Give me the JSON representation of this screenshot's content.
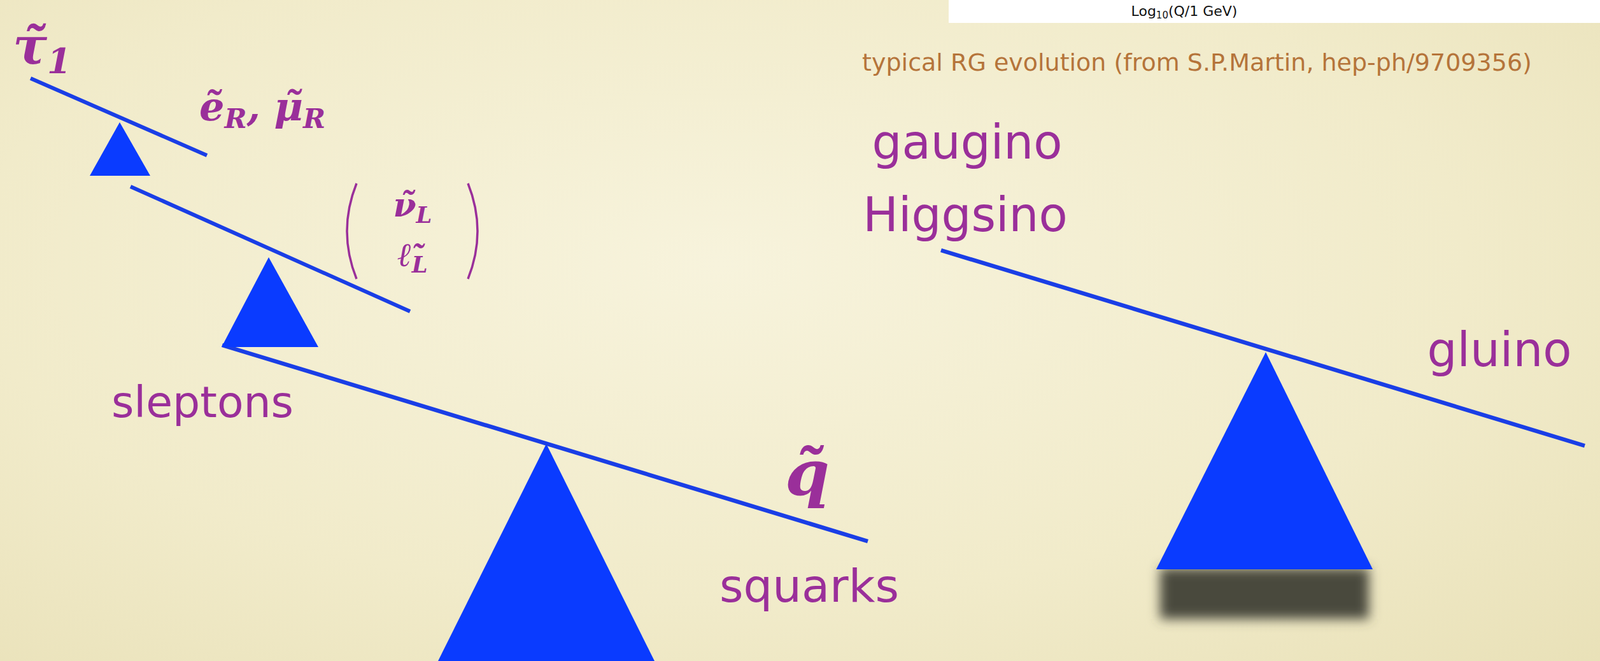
{
  "diagram": {
    "labels": [
      "Log10(Q/1 GeV)",
      "τ̃1",
      "typical RG evolution (from S.P.Martin, hep-ph/9709356)",
      "ẽR, μ̃R",
      "gaugino",
      "Higgsino",
      "ν̃L",
      "ℓ̃L",
      "gluino",
      "sleptons",
      "q̃",
      "squarks"
    ]
  }
}
